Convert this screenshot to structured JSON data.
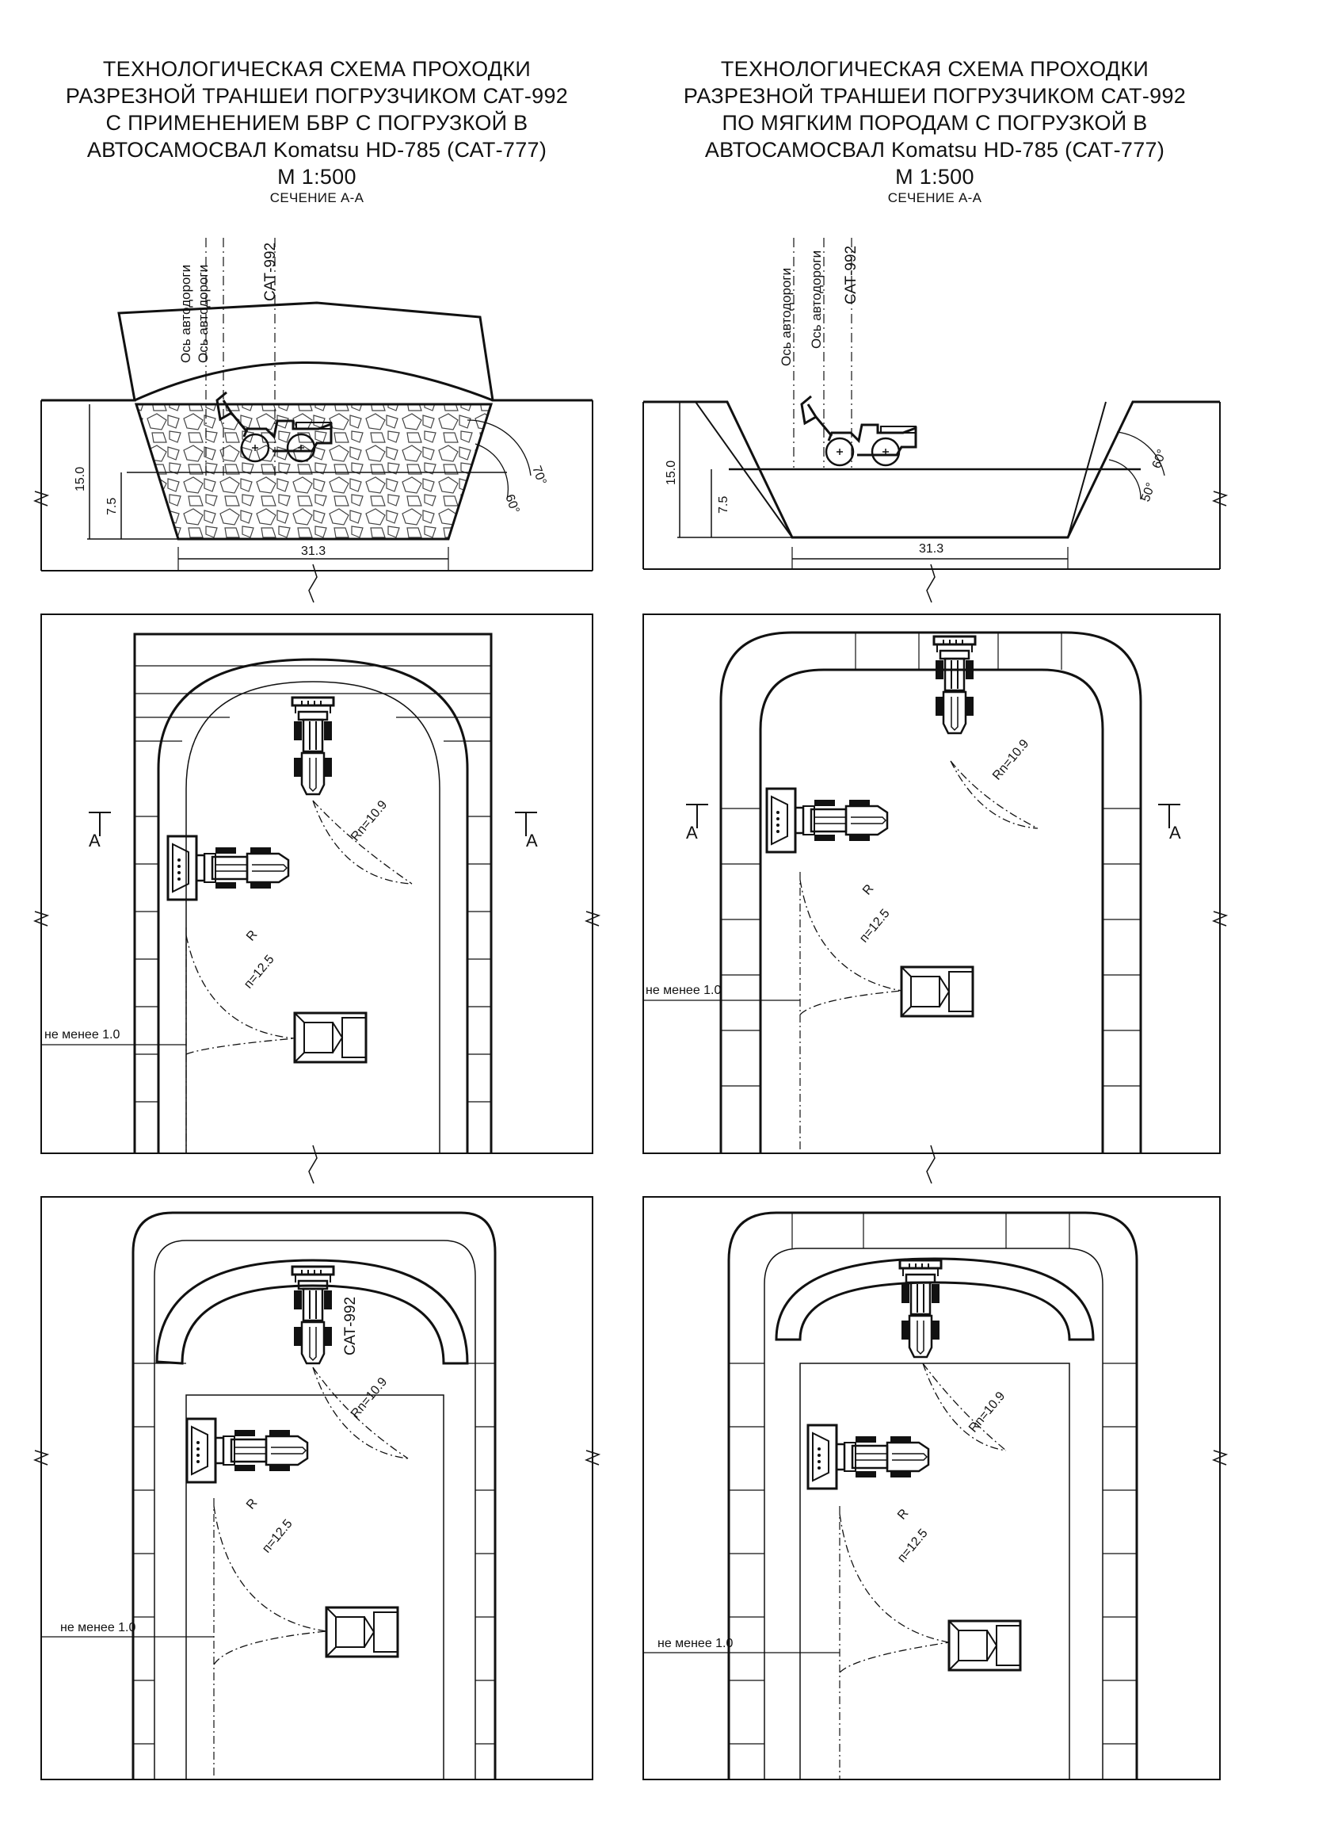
{
  "left": {
    "title_lines": [
      "ТЕХНОЛОГИЧЕСКАЯ СХЕМА ПРОХОДКИ",
      "РАЗРЕЗНОЙ ТРАНШЕИ ПОГРУЗЧИКОМ САТ-992",
      "С ПРИМЕНЕНИЕМ БВР С ПОГРУЗКОЙ В",
      "АВТОСАМОСВАЛ Komatsu HD-785 (САТ-777)"
    ],
    "scale": "М 1:500",
    "section": "СЕЧЕНИЕ А-А",
    "axis_label_1": "Ось автодороги",
    "axis_label_2": "Ось автодороги",
    "loader_label": "САТ-992",
    "height_15": "15.0",
    "height_7_5": "7.5",
    "width": "31.3",
    "angle_a": "70°",
    "angle_b": "60°",
    "rn": "Rn=10.9",
    "r_letter": "R",
    "rn2": "п=12.5",
    "min_dist": "не менее 1.0",
    "cut_a": "A",
    "plan2_loader_label": "САТ-992"
  },
  "right": {
    "title_lines": [
      "ТЕХНОЛОГИЧЕСКАЯ СХЕМА ПРОХОДКИ",
      "РАЗРЕЗНОЙ ТРАНШЕИ ПОГРУЗЧИКОМ САТ-992",
      "ПО МЯГКИМ ПОРОДАМ С ПОГРУЗКОЙ В",
      "АВТОСАМОСВАЛ Komatsu HD-785 (САТ-777)"
    ],
    "scale": "М 1:500",
    "section": "СЕЧЕНИЕ А-А",
    "axis_label_1": "Ось автодороги",
    "axis_label_2": "Ось автодороги",
    "loader_label": "САТ-992",
    "height_15": "15.0",
    "height_7_5": "7.5",
    "width": "31.3",
    "angle_a": "60°",
    "angle_b": "50°",
    "rn": "Rn=10.9",
    "r_letter": "R",
    "rn2": "п=12.5",
    "min_dist": "не менее 1.0",
    "cut_a": "A"
  }
}
